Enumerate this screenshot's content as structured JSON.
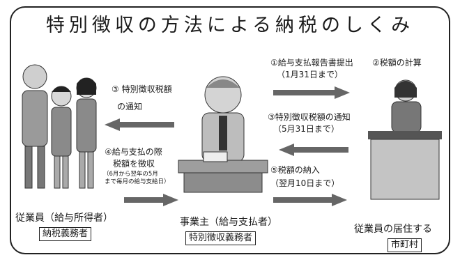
{
  "title": "特別徴収の方法による納税のしくみ",
  "steps": {
    "s1_title": "①給与支払報告書提出",
    "s1_date": "（1月31日まで）",
    "s2_title": "②税額の計算",
    "s3_emp_title": "③ 特別徴収税額",
    "s3_emp_sub": "の通知",
    "s3_city_title": "③特別徴収税額の通知",
    "s3_city_date": "（5月31日まで）",
    "s4_title": "④給与支払の際",
    "s4_sub": "税額を徴収",
    "s4_note1": "（6月から翌年の5月",
    "s4_note2": "まで毎月の給与支給日）",
    "s5_title": "⑤税額の納入",
    "s5_date": "（翌月10日まで）"
  },
  "parties": {
    "employee_role": "従業員（給与所得者）",
    "employee_box": "納税義務者",
    "employer_role": "事業主（給与支払者）",
    "employer_box": "特別徴収義務者",
    "city_role": "従業員の居住する",
    "city_box": "市町村"
  }
}
